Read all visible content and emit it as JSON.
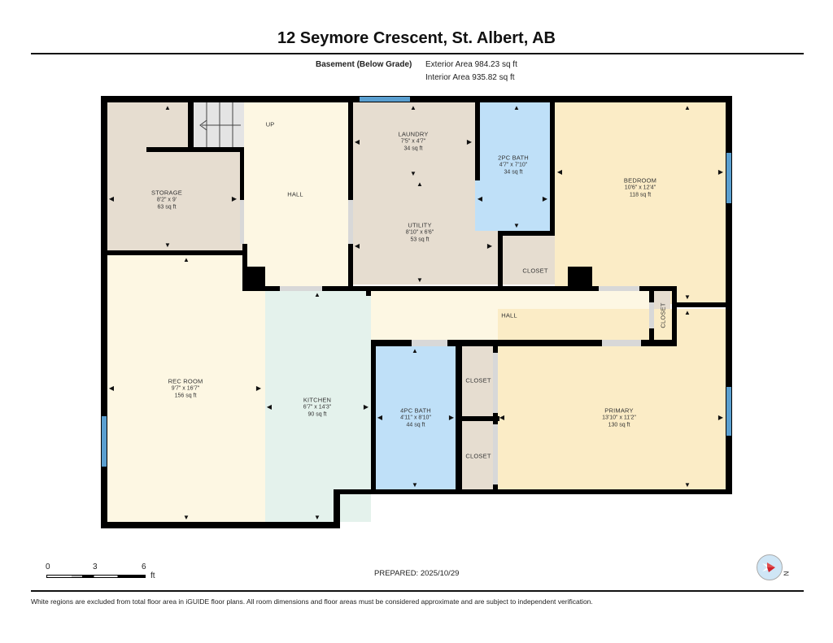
{
  "header": {
    "title": "12 Seymore Crescent, St. Albert, AB",
    "level": "Basement (Below Grade)",
    "exterior_area": "Exterior Area 984.23 sq ft",
    "interior_area": "Interior Area 935.82 sq ft"
  },
  "rooms": [
    {
      "name": "STORAGE",
      "dims": "8'2\" x 9'",
      "area": "63 sq ft"
    },
    {
      "name": "HALL",
      "dims": "",
      "area": ""
    },
    {
      "name": "LAUNDRY",
      "dims": "7'5\" x 4'7\"",
      "area": "34 sq ft"
    },
    {
      "name": "UTILITY",
      "dims": "8'10\" x 6'6\"",
      "area": "53 sq ft"
    },
    {
      "name": "2PC BATH",
      "dims": "4'7\" x 7'10\"",
      "area": "34 sq ft"
    },
    {
      "name": "BEDROOM",
      "dims": "10'6\" x 12'4\"",
      "area": "118 sq ft"
    },
    {
      "name": "CLOSET",
      "dims": "",
      "area": ""
    },
    {
      "name": "HALL",
      "dims": "",
      "area": ""
    },
    {
      "name": "CLOSET",
      "dims": "",
      "area": ""
    },
    {
      "name": "REC ROOM",
      "dims": "9'7\" x 16'7\"",
      "area": "156 sq ft"
    },
    {
      "name": "KITCHEN",
      "dims": "6'7\" x 14'3\"",
      "area": "90 sq ft"
    },
    {
      "name": "4PC BATH",
      "dims": "4'11\" x 8'10\"",
      "area": "44 sq ft"
    },
    {
      "name": "CLOSET",
      "dims": "",
      "area": ""
    },
    {
      "name": "CLOSET",
      "dims": "",
      "area": ""
    },
    {
      "name": "PRIMARY",
      "dims": "13'10\" x 11'2\"",
      "area": "130 sq ft"
    }
  ],
  "stairs": {
    "label": "UP"
  },
  "colors": {
    "bedroom": "#fbecc6",
    "bath": "#bfe0f8",
    "utility": "#e6ddd0",
    "hall": "#fdf7e3",
    "kitchen": "#e4f2ec",
    "wall": "#000000",
    "window": "#5a9fd0"
  },
  "scale": {
    "ticks": [
      "0",
      "3",
      "6"
    ],
    "unit": "ft"
  },
  "footer": {
    "prepared": "PREPARED: 2025/10/29",
    "disclaimer": "White regions are excluded from total floor area in iGUIDE floor plans. All room dimensions and floor areas must be considered approximate and are subject to independent verification.",
    "compass_label": "N"
  }
}
